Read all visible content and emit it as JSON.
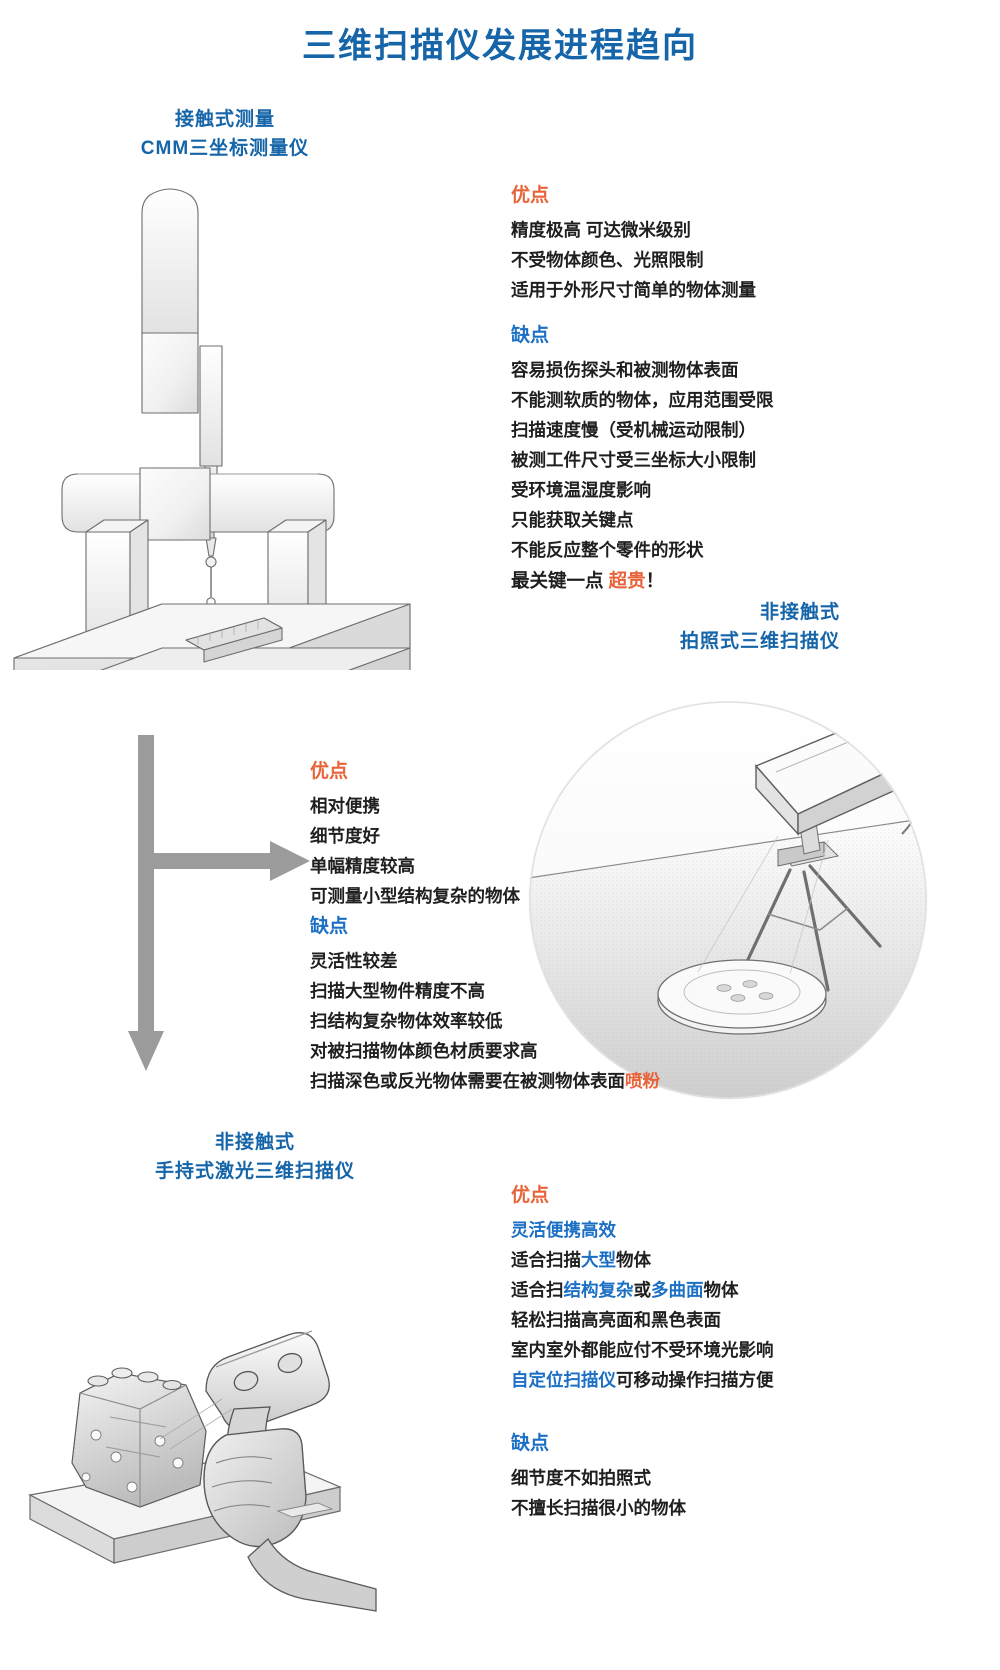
{
  "page": {
    "title": "三维扫描仪发展进程趋向",
    "title_color": "#1565a8",
    "background": "#ffffff",
    "accent_orange": "#e8633a",
    "accent_blue": "#1b6fc4"
  },
  "sections": [
    {
      "id": "cmm",
      "heading_line1": "接触式测量",
      "heading_line2": "CMM三坐标测量仪",
      "pros_title": "优点",
      "pros": [
        "精度极高  可达微米级别",
        "不受物体颜色、光照限制",
        "适用于外形尺寸简单的物体测量"
      ],
      "cons_title": "缺点",
      "cons": [
        "容易损伤探头和被测物体表面",
        "不能测软质的物体，应用范围受限",
        "扫描速度慢（受机械运动限制）",
        "被测工件尺寸受三坐标大小限制",
        "受环境温湿度影响",
        "只能获取关键点",
        "不能反应整个零件的形状"
      ],
      "cons_last_prefix": "最关键一点 ",
      "cons_last_highlight": "超贵",
      "cons_last_suffix": "！",
      "illustration": "cmm-machine-drawing"
    },
    {
      "id": "structured-light",
      "heading_line1": "非接触式",
      "heading_line2": "拍照式三维扫描仪",
      "pros_title": "优点",
      "pros": [
        "相对便携",
        "细节度好",
        "单幅精度较高",
        "可测量小型结构复杂的物体"
      ],
      "cons_title": "缺点",
      "cons": [
        "灵活性较差",
        "扫描大型物件精度不高",
        "扫结构复杂物体效率较低",
        "对被扫描物体颜色材质要求高"
      ],
      "cons_last_prefix": "扫描深色或反光物体需要在被测物体表面",
      "cons_last_highlight": "喷粉",
      "cons_last_suffix": "",
      "illustration": "structured-light-scanner-photo"
    },
    {
      "id": "handheld-laser",
      "heading_line1": "非接触式",
      "heading_line2": "手持式激光三维扫描仪",
      "pros_title": "优点",
      "pros_rich": [
        [
          {
            "t": "灵活便携高效",
            "c": "blue"
          }
        ],
        [
          {
            "t": "适合扫描",
            "c": "dark"
          },
          {
            "t": "大型",
            "c": "blue"
          },
          {
            "t": "物体",
            "c": "dark"
          }
        ],
        [
          {
            "t": "适合扫",
            "c": "dark"
          },
          {
            "t": "结构复杂",
            "c": "blue"
          },
          {
            "t": "或",
            "c": "dark"
          },
          {
            "t": "多曲面",
            "c": "blue"
          },
          {
            "t": "物体",
            "c": "dark"
          }
        ],
        [
          {
            "t": "轻松扫描高亮面和黑色表面",
            "c": "dark"
          }
        ],
        [
          {
            "t": "室内室外都能应付不受环境光影响",
            "c": "dark"
          }
        ],
        [
          {
            "t": "自定位扫描仪",
            "c": "blue"
          },
          {
            "t": "可移动操作扫描方便",
            "c": "dark"
          }
        ]
      ],
      "cons_title": "缺点",
      "cons": [
        "细节度不如拍照式",
        "不擅长扫描很小的物体"
      ],
      "illustration": "handheld-laser-scanner-drawing"
    }
  ]
}
